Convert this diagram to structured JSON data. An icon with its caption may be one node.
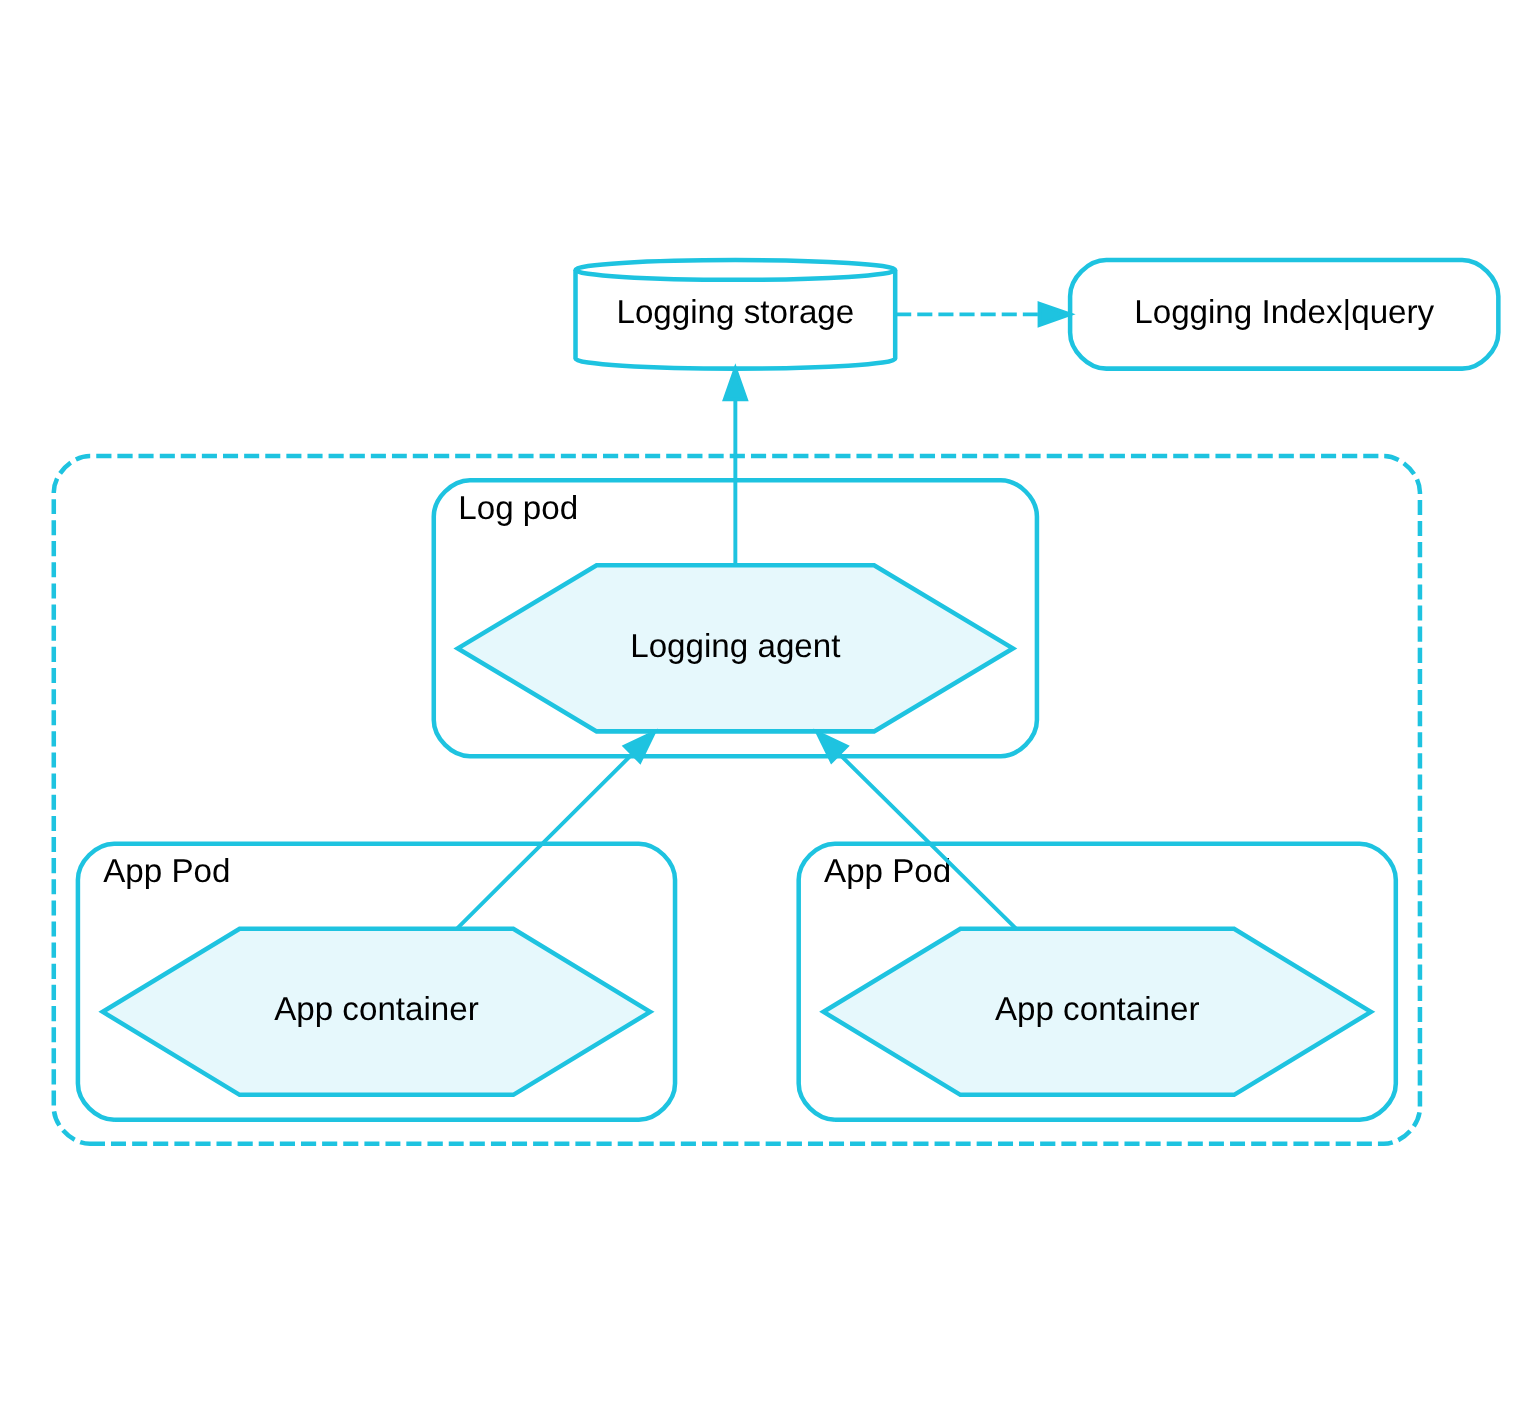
{
  "diagram": {
    "nodes": [
      {
        "text": [
          "Logging storage"
        ]
      },
      {
        "text": [
          "Logging Index|query"
        ]
      },
      {
        "text": [],
        "shape": "box"
      },
      {
        "text": [
          "Log pod"
        ],
        "in": 2
      },
      {
        "text": [
          "Logging agent"
        ],
        "in": 3
      },
      {
        "text": [
          "App Pod"
        ],
        "in": 2
      },
      {
        "text": [
          "App container"
        ],
        "in": 5
      },
      {
        "text": [
          "App Pod"
        ],
        "in": 2
      },
      {
        "text": [
          "App container"
        ],
        "in": 7
      }
    ],
    "edges": [
      {
        "from": 0,
        "to": 1,
        "arrow": "to",
        "style": "dashed"
      },
      {
        "from": 4,
        "to": 0,
        "arrow": "to"
      },
      {
        "from": 6,
        "to": 4,
        "arrow": "to"
      },
      {
        "from": 8,
        "to": 4,
        "arrow": "to"
      }
    ]
  }
}
